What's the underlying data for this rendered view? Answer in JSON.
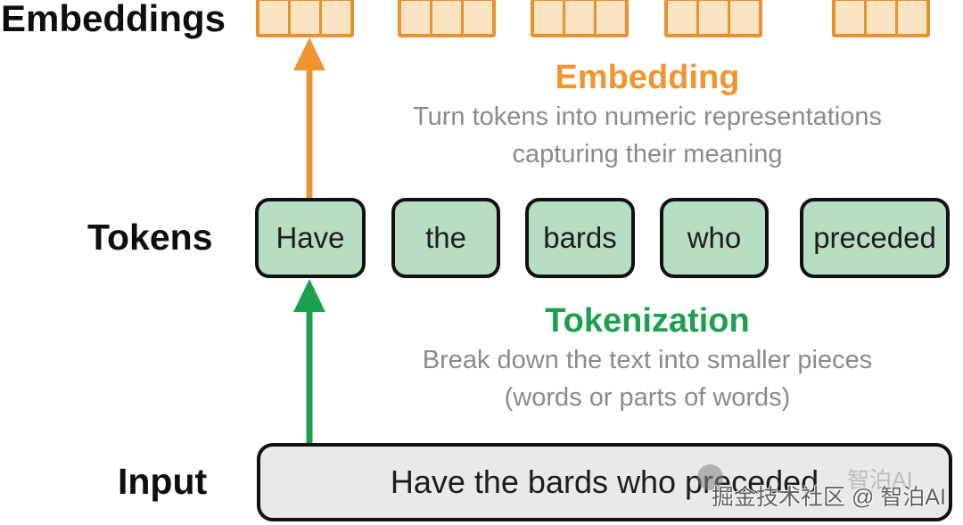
{
  "rows": {
    "embeddings_label": "Embeddings",
    "tokens_label": "Tokens",
    "input_label": "Input"
  },
  "embedding_step": {
    "title": "Embedding",
    "description_line1": "Turn tokens into numeric representations",
    "description_line2": "capturing their meaning"
  },
  "tokenization_step": {
    "title": "Tokenization",
    "description_line1": "Break down the text into smaller pieces",
    "description_line2": "(words or parts of words)"
  },
  "tokens": {
    "items": [
      "Have",
      "the",
      "bards",
      "who",
      "preceded"
    ]
  },
  "embeddings_row": {
    "vector_count": 5,
    "cells_per_vector": 3
  },
  "input": {
    "text": "Have the bards who preceded"
  },
  "watermark": {
    "echo": "智泊AI",
    "main": "掘金技术社区 @ 智泊AI"
  },
  "colors": {
    "accent_orange": "#F0952F",
    "cell_border": "#E8912D",
    "cell_fill": "#FAE3C3",
    "accent_green": "#1CA04E",
    "token_fill": "#B7DEC3",
    "box_border": "#111111",
    "desc_gray": "#8A8A8A",
    "input_fill": "#E9E9E9"
  }
}
